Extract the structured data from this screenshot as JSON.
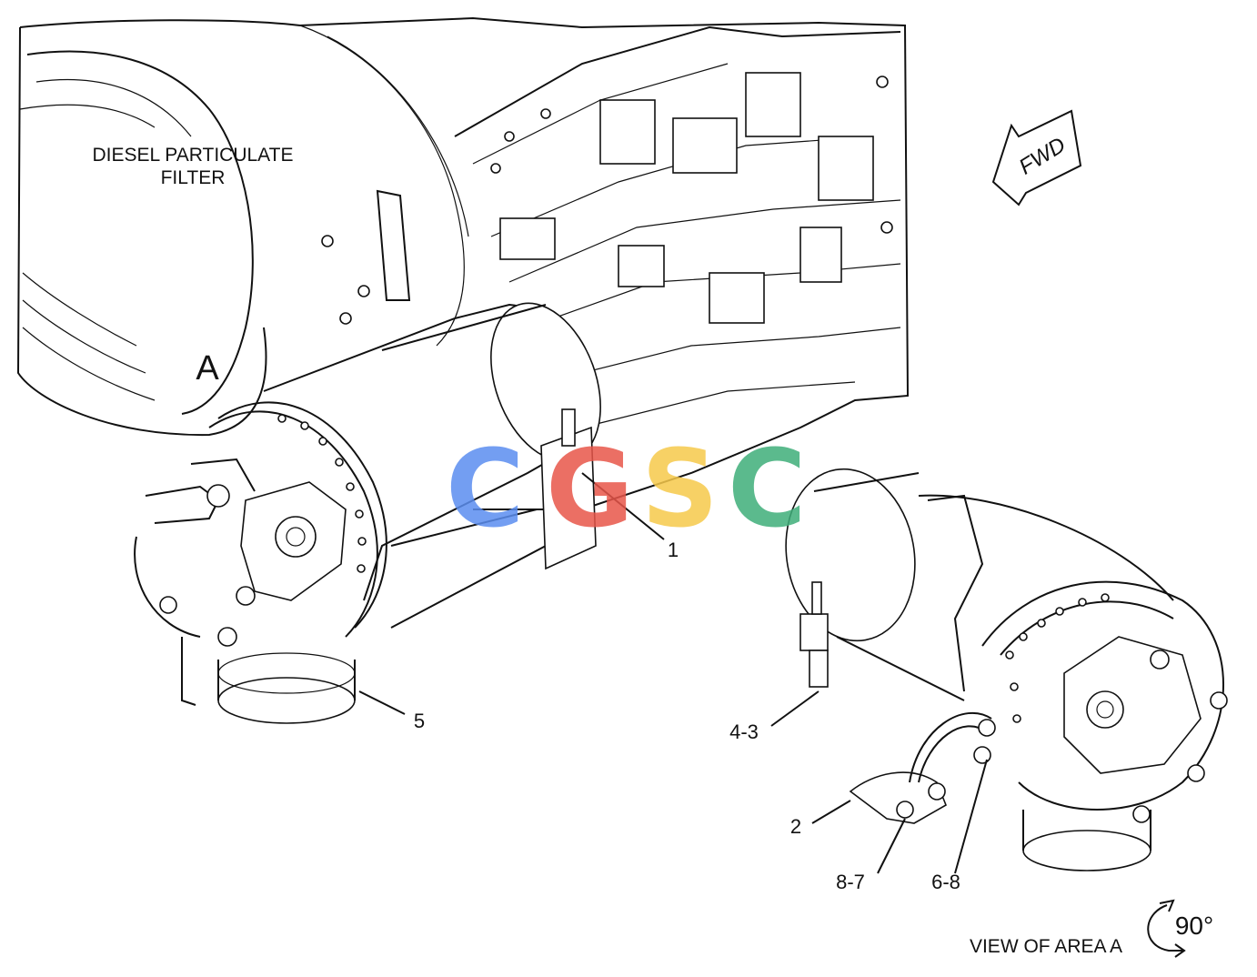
{
  "title_lines": [
    "DIESEL PARTICULATE",
    "FILTER"
  ],
  "area_letter": "A",
  "direction_label": "FWD",
  "callouts": {
    "c1": "1",
    "c2": "2",
    "c3": "4-3",
    "c5": "5",
    "c6": "6-8",
    "c8": "8-7"
  },
  "view_caption": "VIEW OF AREA A",
  "rotation_label": "90°",
  "watermark": {
    "letters": [
      "C",
      "G",
      "S",
      "C"
    ],
    "colors": [
      "#5b8ef0",
      "#e8564a",
      "#f6c94b",
      "#3fae7a"
    ]
  }
}
